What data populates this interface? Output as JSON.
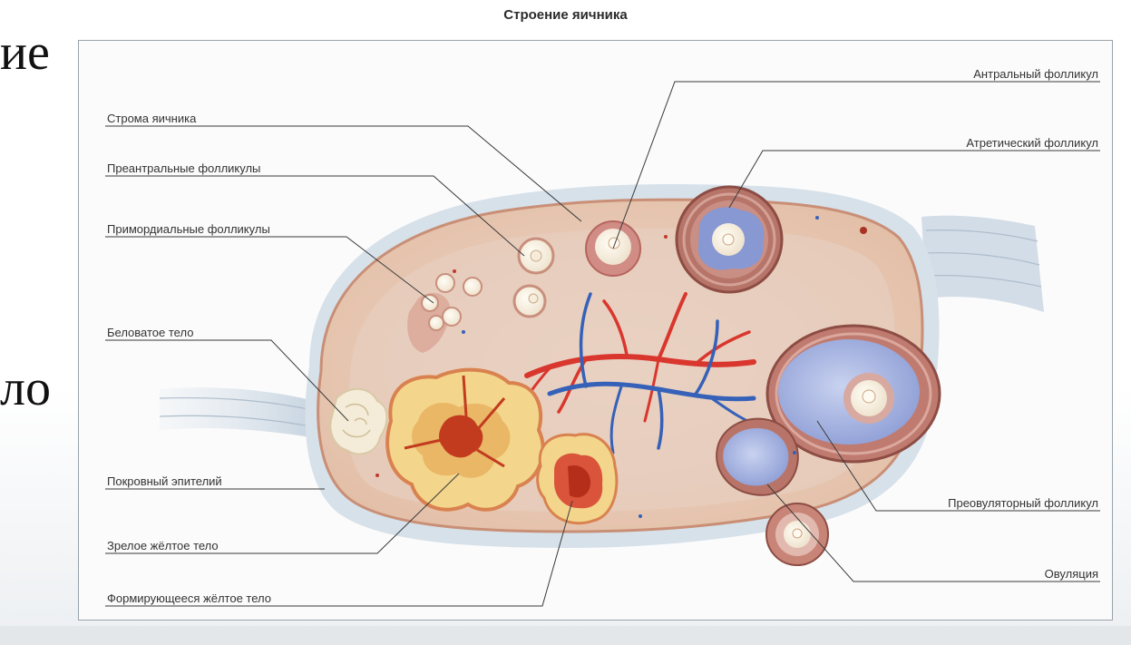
{
  "slide": {
    "text_fragment_top": "ие",
    "text_fragment_middle": "ло"
  },
  "figure": {
    "title": "Строение яичника",
    "labels": {
      "stroma": "Строма яичника",
      "preantral": "Преантральные фолликулы",
      "primordial": "Примордиальные фолликулы",
      "albicans": "Беловатое тело",
      "epithelium": "Покровный эпителий",
      "mature_luteum": "Зрелое жёлтое тело",
      "forming_luteum": "Формирующееся жёлтое тело",
      "antral": "Антральный фолликул",
      "atretic": "Атретический фолликул",
      "preovulatory": "Преовуляторный фолликул",
      "ovulation": "Овуляция"
    }
  },
  "colors": {
    "ovary_fill": "#e9cdb9",
    "ovary_edge": "#d7a78d",
    "capsule": "#c9d6e1",
    "artery": "#d9362d",
    "vein": "#3561b8",
    "luteum_yellow": "#f3d58c",
    "luteum_core": "#c23b1f",
    "follicle_fluid": "#a9b6e0"
  }
}
